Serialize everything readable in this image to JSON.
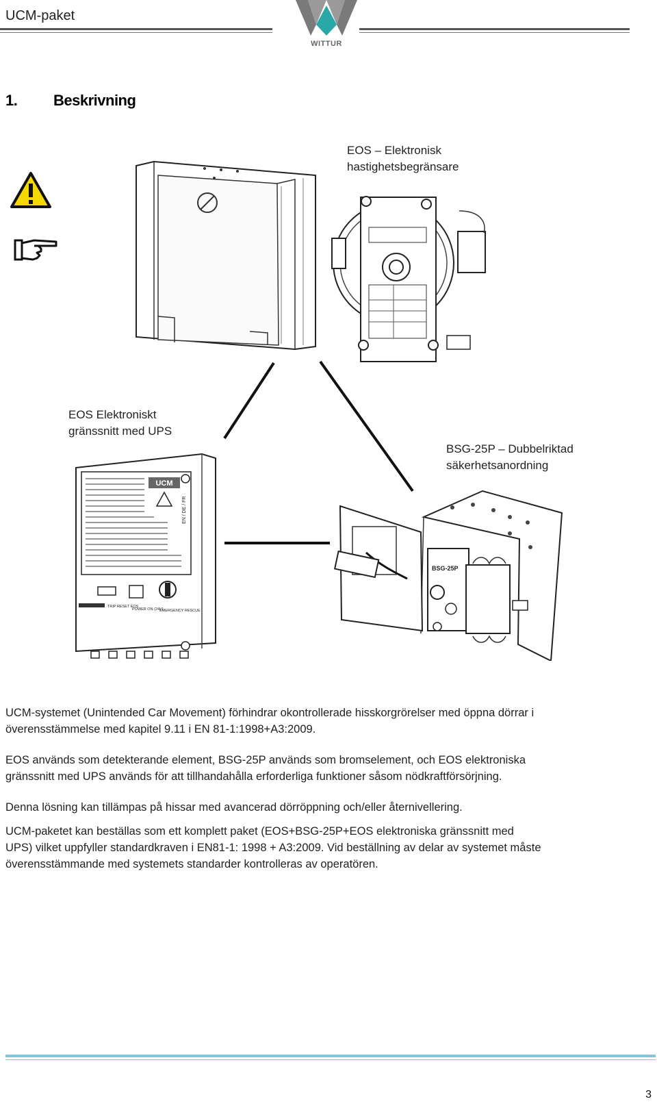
{
  "header": {
    "title": "UCM-paket",
    "logo_text": "WITTUR"
  },
  "section": {
    "number": "1.",
    "title": "Beskrivning"
  },
  "figure": {
    "eos_label_line1": "EOS – Elektronisk",
    "eos_label_line2": "hastighetsbegränsare",
    "ups_label_line1": "EOS Elektroniskt",
    "ups_label_line2": "gränssnitt med UPS",
    "bsg_label_line1": "BSG-25P – Dubbelriktad",
    "bsg_label_line2": "säkerhetsanordning",
    "ucm_panel_title": "UCM",
    "ucm_panel_lang": "EN / DE / FR",
    "ucm_btn1": "TRIP  RESET EOS",
    "ucm_btn2": "POWER ON (24V)",
    "ucm_btn3": "EMERGENCY RESCUE",
    "bsg_plate": "BSG-25P"
  },
  "body": {
    "p1_line1": "UCM-systemet (Unintended Car Movement) förhindrar okontrollerade hisskorgrörelser med öppna dörrar i",
    "p1_line2": "överensstämmelse med kapitel 9.11 i EN 81-1:1998+A3:2009.",
    "p2_line1": "EOS används som detekterande element, BSG-25P används som bromselement, och EOS elektroniska",
    "p2_line2": "gränssnitt med UPS används för att tillhandahålla erforderliga funktioner såsom nödkraftförsörjning.",
    "p3": "Denna lösning kan tillämpas på hissar med avancerad dörröppning och/eller åternivellering.",
    "p4_line1": "UCM-paketet kan beställas som ett komplett paket (EOS+BSG-25P+EOS elektroniska gränssnitt med",
    "p4_line2": "UPS) vilket uppfyller standardkraven i EN81-1: 1998 + A3:2009. Vid beställning av delar av systemet måste",
    "p4_line3": "överensstämmande med systemets standarder kontrolleras av operatören."
  },
  "footer": {
    "page_number": "3"
  },
  "colors": {
    "logo_teal": "#2aa8a8",
    "logo_gray": "#7a7a7a",
    "warning_yellow": "#f5d800",
    "footer_rule": "#7fc7d9"
  }
}
